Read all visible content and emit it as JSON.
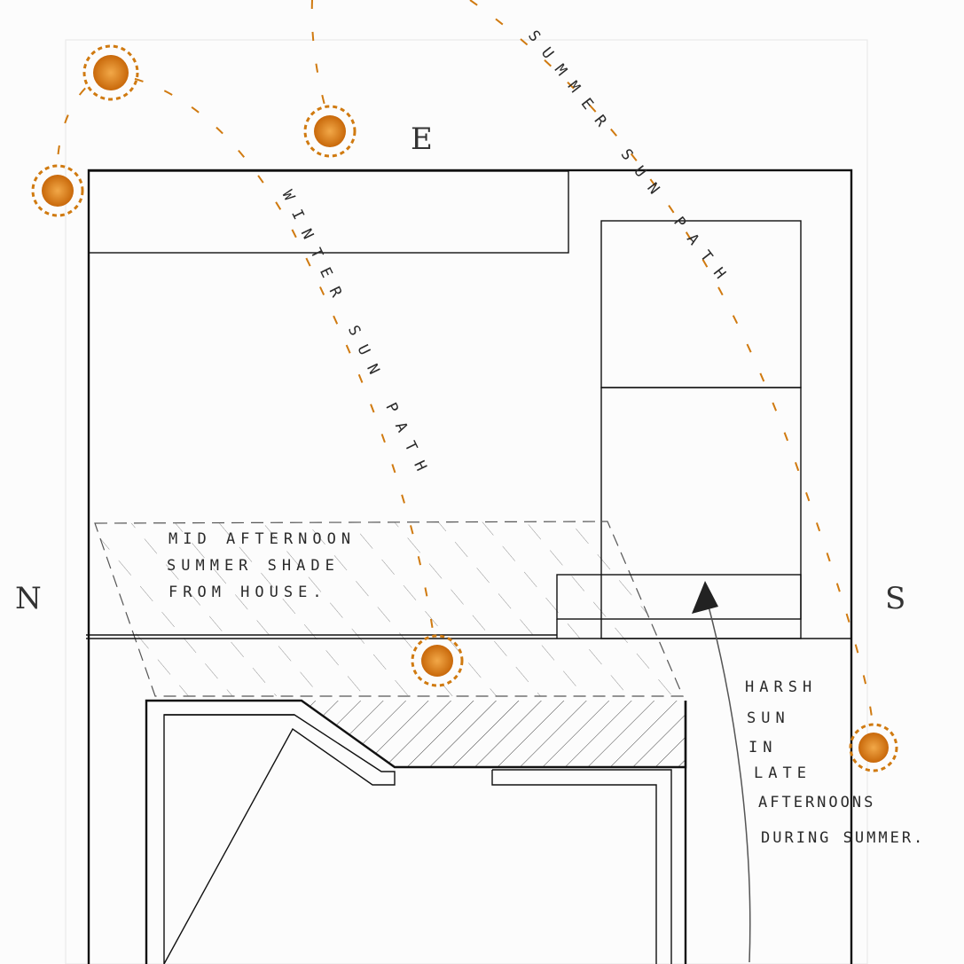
{
  "compass": {
    "east": "E",
    "north": "N",
    "south": "S"
  },
  "labels": {
    "winter_path": "WINTER SUN PATH",
    "summer_path": "SUMMER SUN PATH",
    "shade_note": [
      "MID AFTERNOON",
      "SUMMER SHADE",
      "FROM HOUSE."
    ],
    "harsh_sun_note": [
      "HARSH",
      "SUN",
      "IN",
      "LATE",
      "AFTERNOONS",
      "DURING SUMMER."
    ]
  },
  "colors": {
    "sun": "#d07a10",
    "ink": "#111111"
  }
}
